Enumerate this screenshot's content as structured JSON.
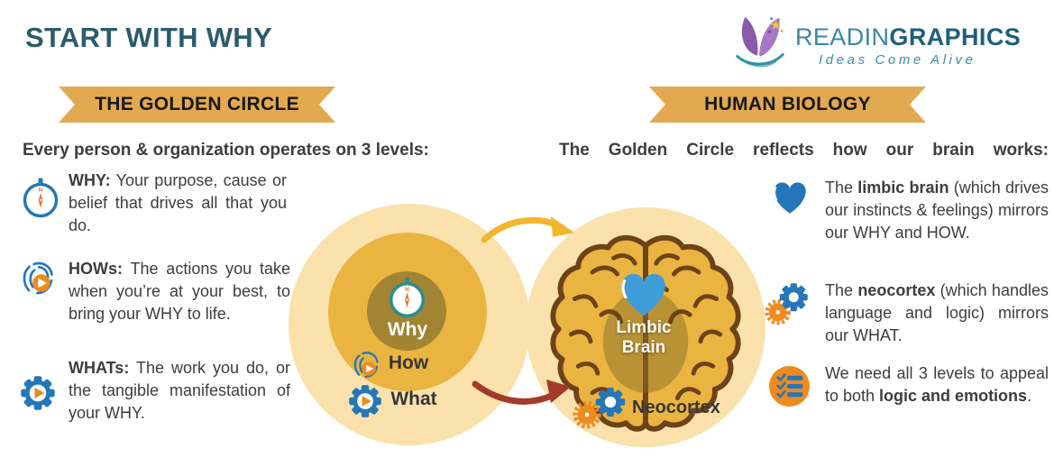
{
  "page": {
    "title": "START WITH WHY"
  },
  "logo": {
    "name_light": "READIN",
    "name_bold": "GRAPHICS",
    "tagline": "Ideas Come Alive",
    "icon": "book-butterfly-icon"
  },
  "left_panel": {
    "banner": "THE GOLDEN CIRCLE",
    "intro": "Every person & organization operates on 3 levels:",
    "bullets": [
      {
        "icon": "compass-icon",
        "pre": "",
        "bold": "WHY:",
        "post": " Your purpose, cause or belief that drives all that you do."
      },
      {
        "icon": "fingerprint-play-icon",
        "pre": "",
        "bold": "HOWs:",
        "post": " The actions you take when you’re at your best, to bring your WHY to life."
      },
      {
        "icon": "gear-play-icon",
        "pre": "",
        "bold": "WHATs:",
        "post": " The work you do, or the tangible manifestation of your WHY."
      }
    ]
  },
  "right_panel": {
    "banner": "HUMAN BIOLOGY",
    "intro": "The Golden Circle reflects how our brain works:",
    "bullets": [
      {
        "icon": "heart-icon",
        "pre": "The ",
        "bold": "limbic brain",
        "post": " (which drives our instincts & feelings) mirrors our WHY and HOW."
      },
      {
        "icon": "gears-icon",
        "pre": "The ",
        "bold": "neocortex",
        "post": " (which handles language and logic) mirrors our WHAT."
      },
      {
        "icon": "checklist-icon",
        "pre": "We need all 3 levels to appeal to both ",
        "bold": "logic and emotions",
        "post": "."
      }
    ]
  },
  "diagram": {
    "golden_circle": {
      "why": "Why",
      "how": "How",
      "what": "What"
    },
    "brain": {
      "limbic_line1": "Limbic",
      "limbic_line2": "Brain",
      "neocortex": "Neocortex"
    },
    "arrows": [
      "yellow-curved-arrow",
      "red-curved-arrow"
    ]
  },
  "misc": {
    "compass_n": "N"
  },
  "colors": {
    "title_teal": "#2b5c6d",
    "ribbon_gold": "#e2a950",
    "body_text": "#3d3d3d",
    "icon_blue": "#2577b8",
    "icon_orange": "#ef8a1f",
    "circle_outer": "#fbe2ac",
    "circle_mid": "#e9b440",
    "circle_inner": "#a28433",
    "compass_teal": "#2e8e89",
    "brain_outline": "#6e4318",
    "heart_blue": "#3f9dda",
    "arrow_yellow": "#f4b630",
    "arrow_red": "#a43a2a",
    "logo_teal": "#3a8fa6",
    "logo_purple": "#8a5bab"
  }
}
